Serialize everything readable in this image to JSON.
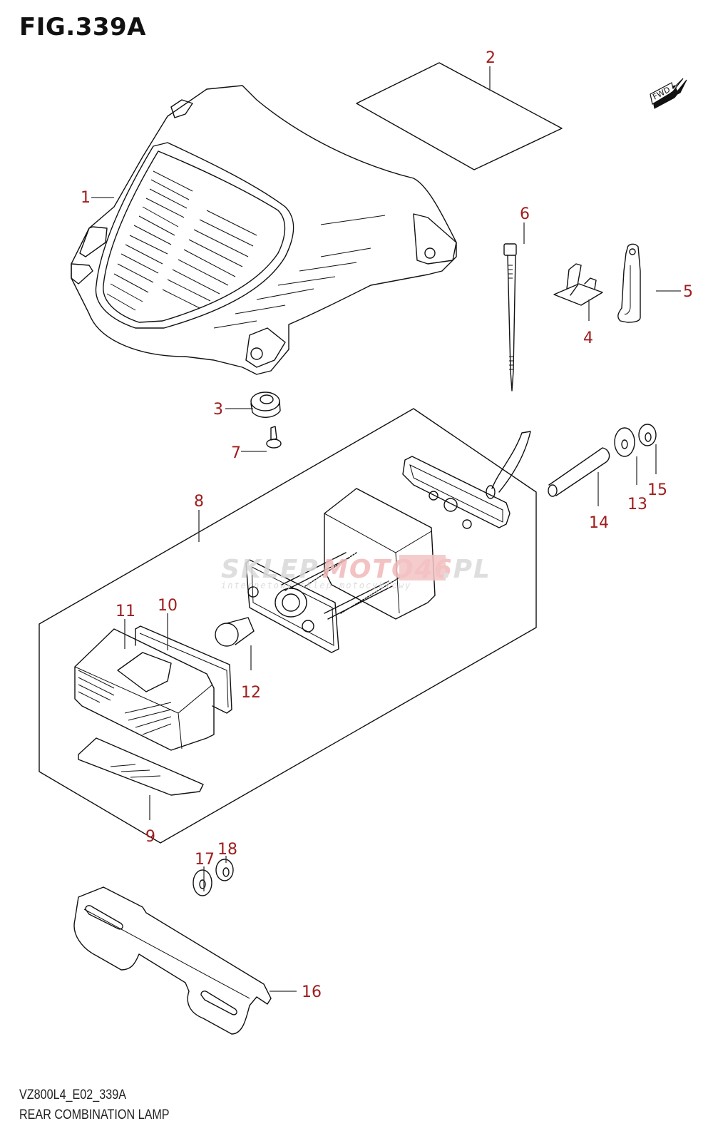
{
  "figure": {
    "title": "FIG.339A",
    "code": "VZ800L4_E02_339A",
    "name": "REAR COMBINATION LAMP"
  },
  "orientation": {
    "icon": "fwd-arrow-icon",
    "label": "FWD"
  },
  "watermark": {
    "part1": "SKLEP",
    "part2": "MOTO46",
    "part3": ".PL",
    "tagline": "internetowy sklep motocyklowy",
    "colors": {
      "gray": "#d9d9d9",
      "red": "#f2b8b8"
    }
  },
  "colors": {
    "callout": "#a01c1c",
    "lines": "#111111",
    "background": "#ffffff"
  },
  "callouts": [
    {
      "number": "1",
      "part": "rear-lamp-housing"
    },
    {
      "number": "2",
      "part": "sheet"
    },
    {
      "number": "3",
      "part": "grommet"
    },
    {
      "number": "4",
      "part": "clamp"
    },
    {
      "number": "5",
      "part": "clamp-band"
    },
    {
      "number": "6",
      "part": "cable-tie"
    },
    {
      "number": "7",
      "part": "screw"
    },
    {
      "number": "8",
      "part": "license-lamp-assembly"
    },
    {
      "number": "9",
      "part": "lens-plate"
    },
    {
      "number": "10",
      "part": "gasket"
    },
    {
      "number": "11",
      "part": "lens"
    },
    {
      "number": "12",
      "part": "bulb"
    },
    {
      "number": "13",
      "part": "washer"
    },
    {
      "number": "14",
      "part": "spacer"
    },
    {
      "number": "15",
      "part": "nut"
    },
    {
      "number": "16",
      "part": "bracket"
    },
    {
      "number": "17",
      "part": "washer"
    },
    {
      "number": "18",
      "part": "nut"
    }
  ]
}
